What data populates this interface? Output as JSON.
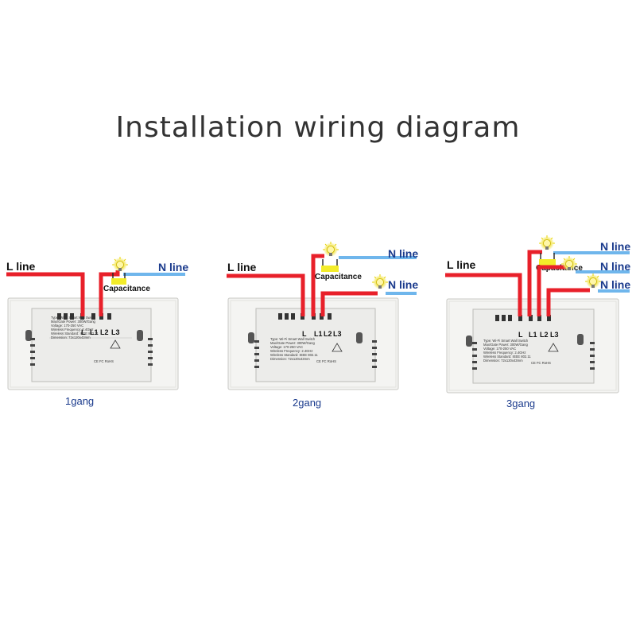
{
  "title": "Installation wiring diagram",
  "colors": {
    "live_wire": "#e8202a",
    "neutral_wire": "#2a8fd8",
    "capacitor": "#f3ec2a",
    "label_blue": "#1a3a8c"
  },
  "terminal_labels": [
    "L",
    "L1",
    "L2",
    "L3"
  ],
  "spec_lines": [
    "Type: Wi-Fi Smart Wall Switch",
    "Max/Gate Power: 300W/Gang",
    "Voltage: 170-250 VAC",
    "Wireless Frequency: 2.4GHz",
    "Wireless Standard: IEEE 802.11",
    "Dimension: 72x120x43mm"
  ],
  "cert_marks": "CE FC RoHS",
  "panels": [
    {
      "name": "1gang",
      "l_line": "L line",
      "n_lines": [
        "N line"
      ],
      "capacitance": "Capacitance"
    },
    {
      "name": "2gang",
      "l_line": "L line",
      "n_lines": [
        "N line",
        "N line"
      ],
      "capacitance": "Capacitance"
    },
    {
      "name": "3gang",
      "l_line": "L line",
      "n_lines": [
        "N line",
        "N line",
        "N line"
      ],
      "capacitance": "Capacitance"
    }
  ]
}
